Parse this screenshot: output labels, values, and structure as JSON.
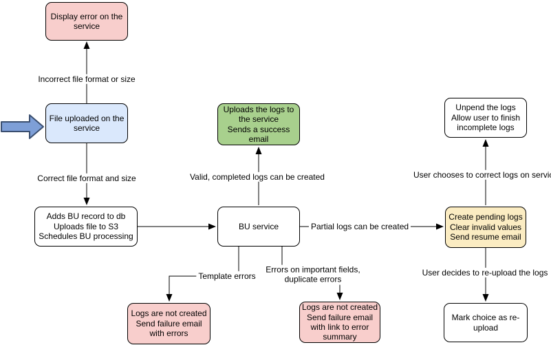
{
  "nodes": {
    "display_error": "Display error on the\nservice",
    "file_uploaded": "File uploaded on the\nservice",
    "adds_bu_record": "Adds BU record to db\nUploads file to S3\nSchedules BU processing",
    "bu_service": "BU service",
    "uploads_logs": "Uploads the logs to\nthe service\nSends a success\nemail",
    "unpend_logs": "Unpend the logs\nAllow user to finish\nincomplete logs",
    "create_pending": "Create pending logs\nClear invalid values\nSend resume email",
    "mark_choice": "Mark choice as re-\nupload",
    "logs_not_created_template": "Logs are not created\nSend failure email\nwith errors",
    "logs_not_created_fields": "Logs are not created\nSend failure email\nwith link to error\nsummary"
  },
  "edge_labels": {
    "incorrect_file": "Incorrect file format or size",
    "correct_file": "Correct file format and size",
    "valid_logs": "Valid, completed logs can be created",
    "partial_logs": "Partial logs can be created",
    "template_errors": "Template errors",
    "field_errors": "Errors on important fields,\nduplicate errors",
    "user_correct": "User chooses to correct logs on service",
    "user_reupload": "User decides to re-upload the logs"
  },
  "colors": {
    "error_fill": "#f8cecc",
    "input_fill": "#dae8fc",
    "success_fill": "#a8d08d",
    "pending_fill": "#fbecc2",
    "neutral_fill": "#ffffff",
    "stroke": "#000000",
    "pointer_fill": "#7e9fd7",
    "pointer_stroke": "#3a4e6f"
  }
}
